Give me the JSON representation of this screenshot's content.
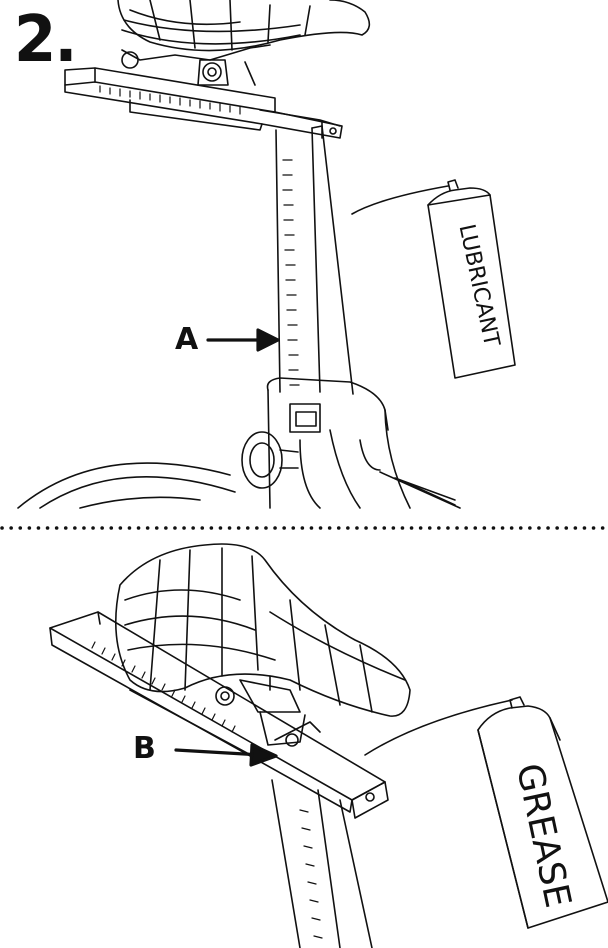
{
  "step_number": "2.",
  "callouts": {
    "a": "A",
    "b": "B"
  },
  "cans": {
    "lubricant": "LUBRICANT",
    "grease": "GREASE"
  },
  "divider": "dotted",
  "colors": {
    "ink": "#111111",
    "background": "#ffffff"
  }
}
